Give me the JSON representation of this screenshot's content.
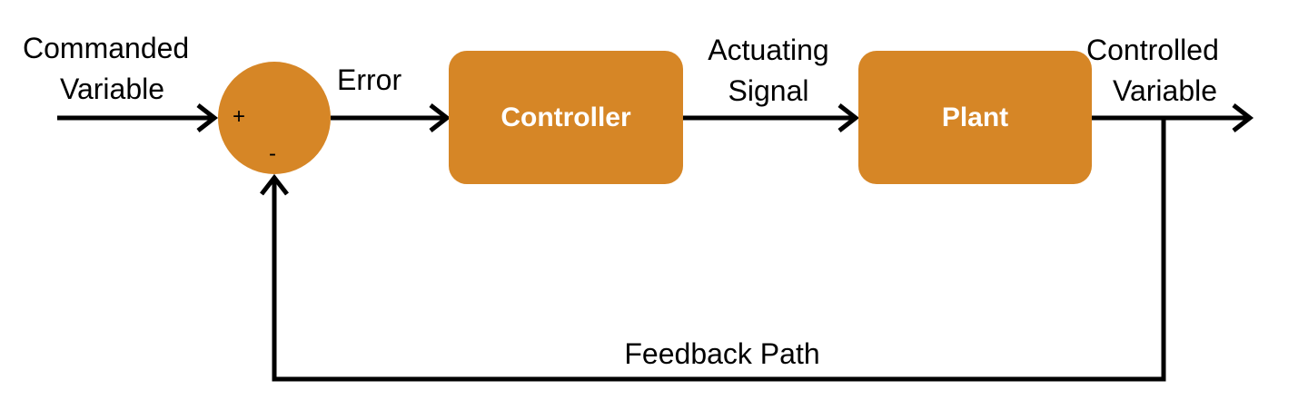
{
  "colors": {
    "block_fill": "#d68626",
    "block_text": "#ffffff",
    "line": "#000000"
  },
  "labels": {
    "commanded_variable": [
      "Commanded",
      "Variable"
    ],
    "error": "Error",
    "actuating_signal": [
      "Actuating",
      "Signal"
    ],
    "controlled_variable": [
      "Controlled",
      "Variable"
    ],
    "feedback_path": "Feedback Path"
  },
  "blocks": {
    "controller": "Controller",
    "plant": "Plant"
  },
  "summing_junction": {
    "plus": "+",
    "minus": "-"
  }
}
